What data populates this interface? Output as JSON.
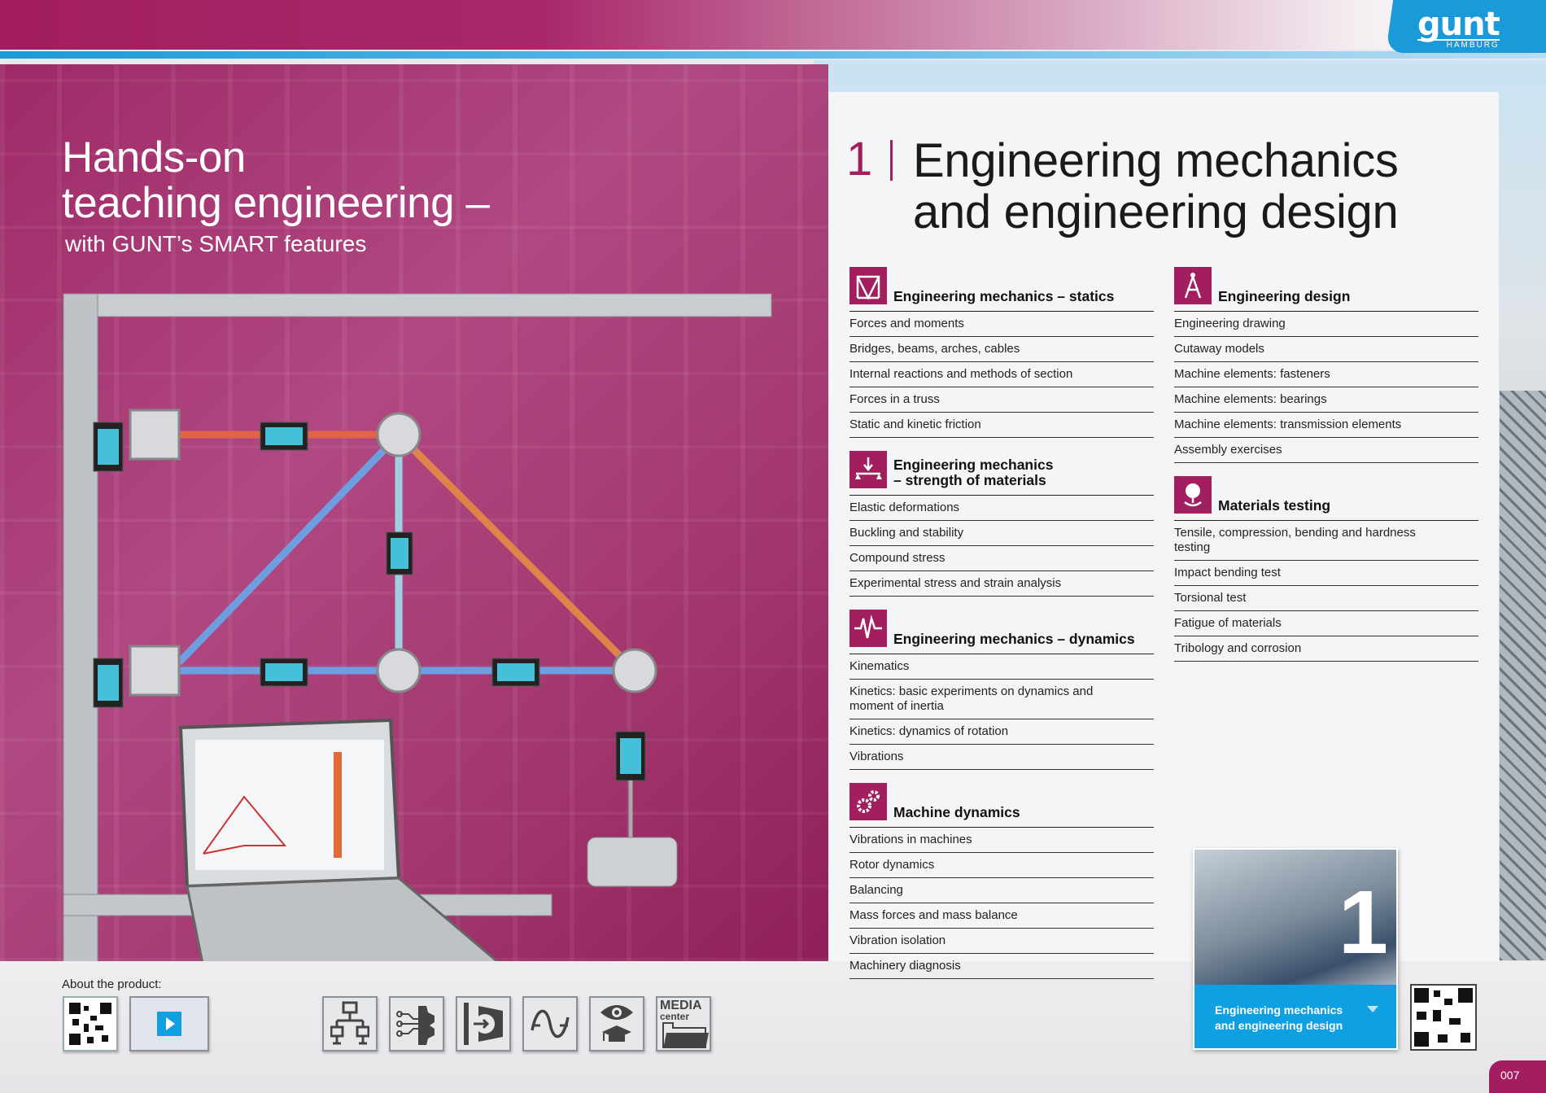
{
  "brand": {
    "logo_text": "gunt",
    "logo_sub": "HAMBURG",
    "accent": "#a21e5e",
    "blue": "#1a9ad9"
  },
  "hero": {
    "title_line1": "Hands-on",
    "title_line2": "teaching engineering –",
    "subtitle": "with GUNT’s SMART features"
  },
  "section": {
    "number": "1",
    "title_line1": "Engineering mechanics",
    "title_line2": "and engineering design"
  },
  "columns": {
    "left": [
      {
        "icon": "truss-icon",
        "title": "Engineering mechanics – statics",
        "items": [
          "Forces and moments",
          "Bridges, beams, arches, cables",
          "Internal reactions and methods of section",
          "Forces in a truss",
          "Static and kinetic friction"
        ]
      },
      {
        "icon": "beam-load-icon",
        "title": "Engineering mechanics – strength of materials",
        "items": [
          "Elastic deformations",
          "Buckling and stability",
          "Compound stress",
          "Experimental stress and strain analysis"
        ]
      },
      {
        "icon": "oscillation-icon",
        "title": "Engineering mechanics – dynamics",
        "items": [
          "Kinematics",
          "Kinetics: basic experiments on dynamics and moment of inertia",
          "Kinetics: dynamics of rotation",
          "Vibrations"
        ]
      },
      {
        "icon": "gears-icon",
        "title": "Machine dynamics",
        "items": [
          "Vibrations in machines",
          "Rotor dynamics",
          "Balancing",
          "Mass forces and mass balance",
          "Vibration isolation",
          "Machinery diagnosis"
        ]
      }
    ],
    "right": [
      {
        "icon": "compass-icon",
        "title": "Engineering design",
        "items": [
          "Engineering drawing",
          "Cutaway models",
          "Machine elements: fasteners",
          "Machine elements: bearings",
          "Machine elements: transmission elements",
          "Assembly exercises"
        ]
      },
      {
        "icon": "hardness-test-icon",
        "title": "Materials testing",
        "items": [
          "Tensile, compression, bending and hardness testing",
          "Impact bending test",
          "Torsional test",
          "Fatigue of materials",
          "Tribology and corrosion"
        ]
      }
    ]
  },
  "footer": {
    "about_label": "About the product:",
    "media_label_1": "MEDIA",
    "media_label_2": "center"
  },
  "chapter_card": {
    "number": "1",
    "label_line1": "Engineering mechanics",
    "label_line2": "and engineering design"
  },
  "page_number": "007"
}
